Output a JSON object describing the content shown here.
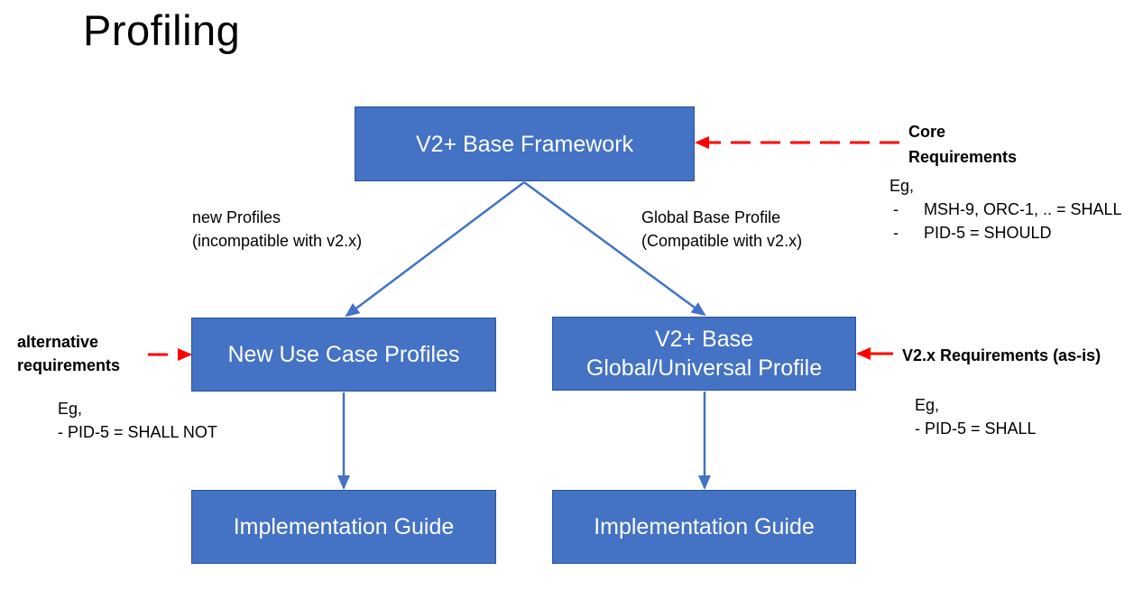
{
  "title": "Profiling",
  "colors": {
    "box_fill": "#4472C4",
    "box_border": "#2F528F",
    "connector": "#4472C4",
    "requirement_arrow": "#FF0000",
    "box_text": "#FFFFFF"
  },
  "boxes": {
    "top": {
      "lines": [
        "V2+ Base Framework"
      ]
    },
    "left_mid": {
      "lines": [
        "New Use Case Profiles"
      ]
    },
    "right_mid": {
      "lines": [
        "V2+ Base",
        "Global/Universal Profile"
      ]
    },
    "left_bottom": {
      "lines": [
        "Implementation Guide"
      ]
    },
    "right_bottom": {
      "lines": [
        "Implementation Guide"
      ]
    }
  },
  "edge_labels": {
    "left": [
      "new Profiles",
      "(incompatible with v2.x)"
    ],
    "right": [
      "Global Base Profile",
      "(Compatible with v2.x)"
    ]
  },
  "annotations": {
    "core": {
      "heading": [
        "Core",
        "Requirements"
      ],
      "eg": "Eg,",
      "items": [
        "MSH-9, ORC-1, .. = SHALL",
        "PID-5 = SHOULD"
      ],
      "bullet": "-",
      "arrow_style": "dashed"
    },
    "alternative": {
      "heading": [
        "alternative",
        "requirements"
      ],
      "eg": "Eg,",
      "items": [
        "- PID-5 = SHALL NOT"
      ],
      "arrow_style": "dashed"
    },
    "v2x": {
      "heading": [
        "V2.x Requirements (as-is)"
      ],
      "eg": "Eg,",
      "items": [
        "- PID-5 = SHALL"
      ],
      "arrow_style": "solid"
    }
  },
  "edges": [
    {
      "from": "top",
      "to": "left_mid"
    },
    {
      "from": "top",
      "to": "right_mid"
    },
    {
      "from": "left_mid",
      "to": "left_bottom"
    },
    {
      "from": "right_mid",
      "to": "right_bottom"
    }
  ]
}
